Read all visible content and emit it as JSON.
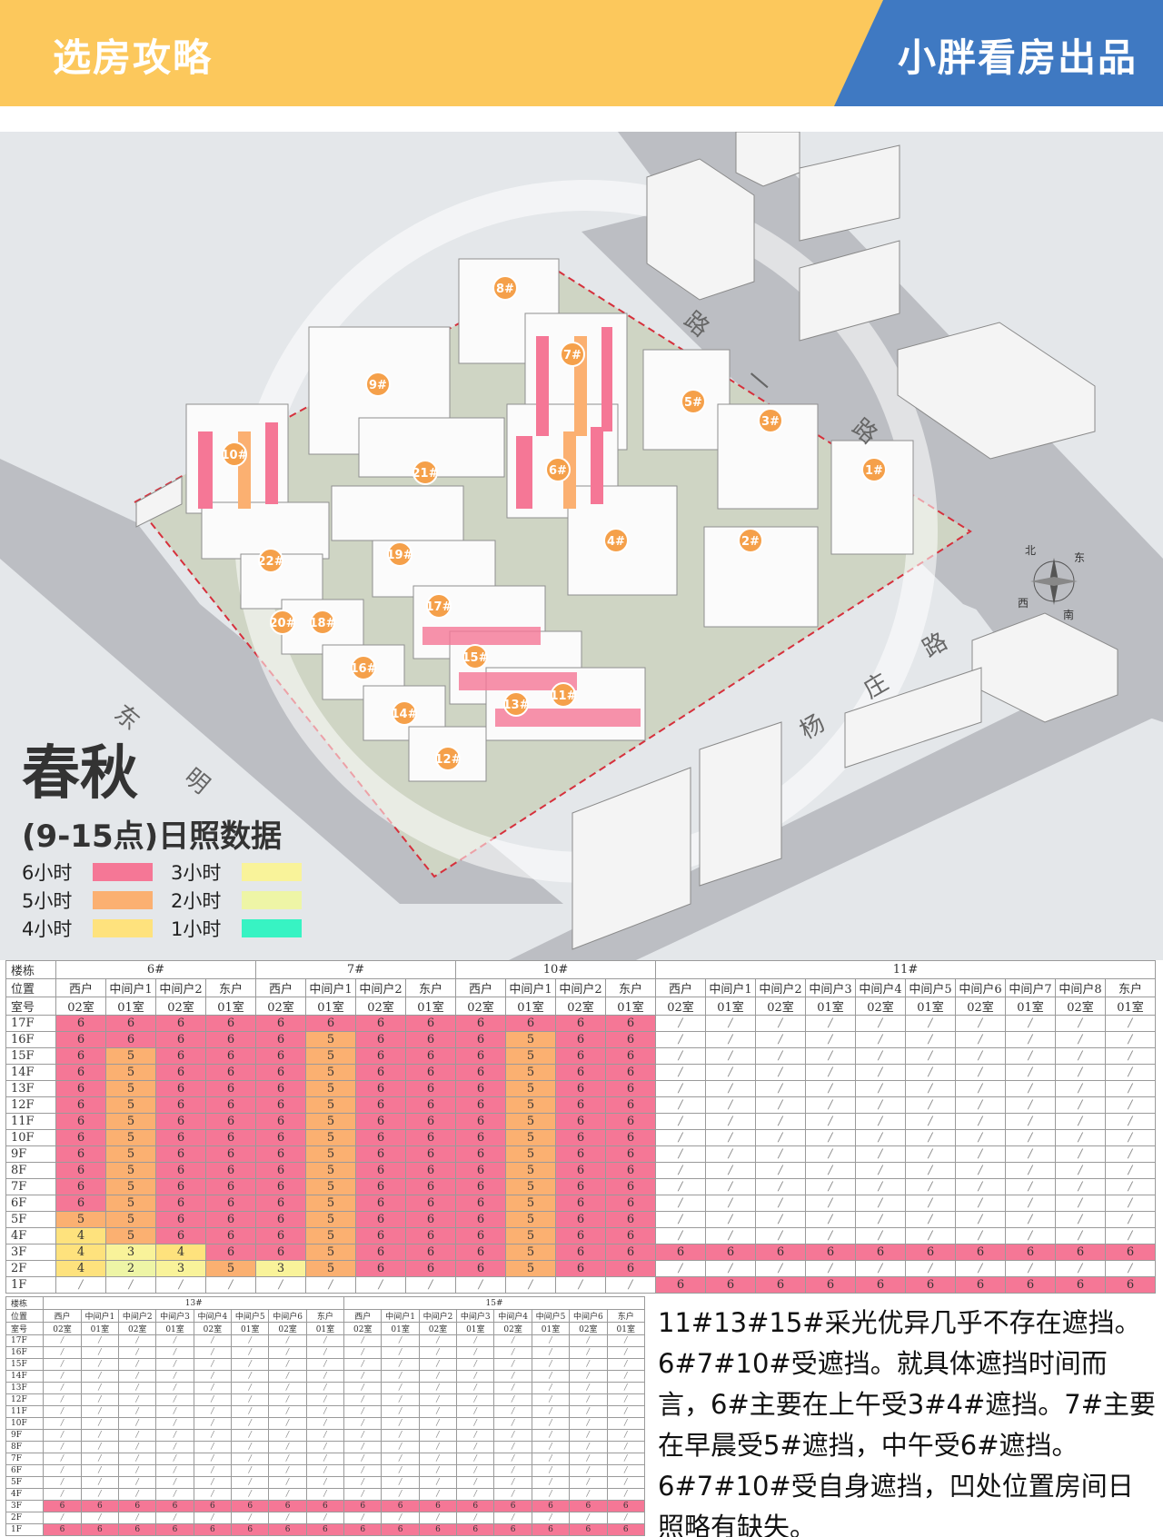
{
  "header": {
    "title": "选房攻略",
    "brand": "小胖看房出品"
  },
  "map": {
    "season": "春秋",
    "subtitle": "(9-15点)日照数据",
    "legend": [
      {
        "label": "6小时",
        "color": "#f57796"
      },
      {
        "label": "5小时",
        "color": "#fbb071"
      },
      {
        "label": "4小时",
        "color": "#fee27d"
      },
      {
        "label": "3小时",
        "color": "#f9f39a"
      },
      {
        "label": "2小时",
        "color": "#eef5a6"
      },
      {
        "label": "1小时",
        "color": "#37f3c3"
      }
    ],
    "buildings": [
      "1#",
      "2#",
      "3#",
      "4#",
      "5#",
      "6#",
      "7#",
      "8#",
      "9#",
      "10#",
      "11#",
      "12#",
      "13#",
      "14#",
      "15#",
      "16#",
      "17#",
      "18#",
      "19#",
      "20#",
      "21#",
      "22#"
    ],
    "roads": [
      "东",
      "明",
      "路",
      "一",
      "路",
      "杨",
      "庄",
      "路"
    ],
    "compass": [
      "北",
      "东",
      "西",
      "南"
    ]
  },
  "table_top": {
    "labels": {
      "building": "楼栋",
      "position": "位置",
      "room": "室号"
    },
    "groups": [
      {
        "name": "6#",
        "cols": [
          {
            "pos": "西户",
            "room": "02室"
          },
          {
            "pos": "中间户1",
            "room": "01室"
          },
          {
            "pos": "中间户2",
            "room": "02室"
          },
          {
            "pos": "东户",
            "room": "01室"
          }
        ]
      },
      {
        "name": "7#",
        "cols": [
          {
            "pos": "西户",
            "room": "02室"
          },
          {
            "pos": "中间户1",
            "room": "01室"
          },
          {
            "pos": "中间户2",
            "room": "02室"
          },
          {
            "pos": "东户",
            "room": "01室"
          }
        ]
      },
      {
        "name": "10#",
        "cols": [
          {
            "pos": "西户",
            "room": "02室"
          },
          {
            "pos": "中间户1",
            "room": "01室"
          },
          {
            "pos": "中间户2",
            "room": "02室"
          },
          {
            "pos": "东户",
            "room": "01室"
          }
        ]
      },
      {
        "name": "11#",
        "cols": [
          {
            "pos": "西户",
            "room": "02室"
          },
          {
            "pos": "中间户1",
            "room": "01室"
          },
          {
            "pos": "中间户2",
            "room": "02室"
          },
          {
            "pos": "中间户3",
            "room": "01室"
          },
          {
            "pos": "中间户4",
            "room": "02室"
          },
          {
            "pos": "中间户5",
            "room": "01室"
          },
          {
            "pos": "中间户6",
            "room": "02室"
          },
          {
            "pos": "中间户7",
            "room": "01室"
          },
          {
            "pos": "中间户8",
            "room": "02室"
          },
          {
            "pos": "东户",
            "room": "01室"
          }
        ]
      }
    ],
    "rows": [
      {
        "floor": "17F",
        "values": [
          "6",
          "6",
          "6",
          "6",
          "6",
          "6",
          "6",
          "6",
          "6",
          "6",
          "6",
          "6",
          "/",
          "/",
          "/",
          "/",
          "/",
          "/",
          "/",
          "/",
          "/",
          "/"
        ]
      },
      {
        "floor": "16F",
        "values": [
          "6",
          "6",
          "6",
          "6",
          "6",
          "5",
          "6",
          "6",
          "6",
          "5",
          "6",
          "6",
          "/",
          "/",
          "/",
          "/",
          "/",
          "/",
          "/",
          "/",
          "/",
          "/"
        ]
      },
      {
        "floor": "15F",
        "values": [
          "6",
          "5",
          "6",
          "6",
          "6",
          "5",
          "6",
          "6",
          "6",
          "5",
          "6",
          "6",
          "/",
          "/",
          "/",
          "/",
          "/",
          "/",
          "/",
          "/",
          "/",
          "/"
        ]
      },
      {
        "floor": "14F",
        "values": [
          "6",
          "5",
          "6",
          "6",
          "6",
          "5",
          "6",
          "6",
          "6",
          "5",
          "6",
          "6",
          "/",
          "/",
          "/",
          "/",
          "/",
          "/",
          "/",
          "/",
          "/",
          "/"
        ]
      },
      {
        "floor": "13F",
        "values": [
          "6",
          "5",
          "6",
          "6",
          "6",
          "5",
          "6",
          "6",
          "6",
          "5",
          "6",
          "6",
          "/",
          "/",
          "/",
          "/",
          "/",
          "/",
          "/",
          "/",
          "/",
          "/"
        ]
      },
      {
        "floor": "12F",
        "values": [
          "6",
          "5",
          "6",
          "6",
          "6",
          "5",
          "6",
          "6",
          "6",
          "5",
          "6",
          "6",
          "/",
          "/",
          "/",
          "/",
          "/",
          "/",
          "/",
          "/",
          "/",
          "/"
        ]
      },
      {
        "floor": "11F",
        "values": [
          "6",
          "5",
          "6",
          "6",
          "6",
          "5",
          "6",
          "6",
          "6",
          "5",
          "6",
          "6",
          "/",
          "/",
          "/",
          "/",
          "/",
          "/",
          "/",
          "/",
          "/",
          "/"
        ]
      },
      {
        "floor": "10F",
        "values": [
          "6",
          "5",
          "6",
          "6",
          "6",
          "5",
          "6",
          "6",
          "6",
          "5",
          "6",
          "6",
          "/",
          "/",
          "/",
          "/",
          "/",
          "/",
          "/",
          "/",
          "/",
          "/"
        ]
      },
      {
        "floor": "9F",
        "values": [
          "6",
          "5",
          "6",
          "6",
          "6",
          "5",
          "6",
          "6",
          "6",
          "5",
          "6",
          "6",
          "/",
          "/",
          "/",
          "/",
          "/",
          "/",
          "/",
          "/",
          "/",
          "/"
        ]
      },
      {
        "floor": "8F",
        "values": [
          "6",
          "5",
          "6",
          "6",
          "6",
          "5",
          "6",
          "6",
          "6",
          "5",
          "6",
          "6",
          "/",
          "/",
          "/",
          "/",
          "/",
          "/",
          "/",
          "/",
          "/",
          "/"
        ]
      },
      {
        "floor": "7F",
        "values": [
          "6",
          "5",
          "6",
          "6",
          "6",
          "5",
          "6",
          "6",
          "6",
          "5",
          "6",
          "6",
          "/",
          "/",
          "/",
          "/",
          "/",
          "/",
          "/",
          "/",
          "/",
          "/"
        ]
      },
      {
        "floor": "6F",
        "values": [
          "6",
          "5",
          "6",
          "6",
          "6",
          "5",
          "6",
          "6",
          "6",
          "5",
          "6",
          "6",
          "/",
          "/",
          "/",
          "/",
          "/",
          "/",
          "/",
          "/",
          "/",
          "/"
        ]
      },
      {
        "floor": "5F",
        "values": [
          "5",
          "5",
          "6",
          "6",
          "6",
          "5",
          "6",
          "6",
          "6",
          "5",
          "6",
          "6",
          "/",
          "/",
          "/",
          "/",
          "/",
          "/",
          "/",
          "/",
          "/",
          "/"
        ]
      },
      {
        "floor": "4F",
        "values": [
          "4",
          "5",
          "6",
          "6",
          "6",
          "5",
          "6",
          "6",
          "6",
          "5",
          "6",
          "6",
          "/",
          "/",
          "/",
          "/",
          "/",
          "/",
          "/",
          "/",
          "/",
          "/"
        ]
      },
      {
        "floor": "3F",
        "values": [
          "4",
          "3",
          "4",
          "6",
          "6",
          "5",
          "6",
          "6",
          "6",
          "5",
          "6",
          "6",
          "6",
          "6",
          "6",
          "6",
          "6",
          "6",
          "6",
          "6",
          "6",
          "6"
        ]
      },
      {
        "floor": "2F",
        "values": [
          "4",
          "2",
          "3",
          "5",
          "3",
          "5",
          "6",
          "6",
          "6",
          "5",
          "6",
          "6",
          "/",
          "/",
          "/",
          "/",
          "/",
          "/",
          "/",
          "/",
          "/",
          "/"
        ]
      },
      {
        "floor": "1F",
        "values": [
          "/",
          "/",
          "/",
          "/",
          "/",
          "/",
          "/",
          "/",
          "/",
          "/",
          "/",
          "/",
          "6",
          "6",
          "6",
          "6",
          "6",
          "6",
          "6",
          "6",
          "6",
          "6"
        ]
      }
    ]
  },
  "table_bottom": {
    "labels": {
      "building": "楼栋",
      "position": "位置",
      "room": "室号"
    },
    "groups": [
      {
        "name": "13#",
        "cols": [
          {
            "pos": "西户",
            "room": "02室"
          },
          {
            "pos": "中间户1",
            "room": "01室"
          },
          {
            "pos": "中间户2",
            "room": "02室"
          },
          {
            "pos": "中间户3",
            "room": "01室"
          },
          {
            "pos": "中间户4",
            "room": "02室"
          },
          {
            "pos": "中间户5",
            "room": "01室"
          },
          {
            "pos": "中间户6",
            "room": "02室"
          },
          {
            "pos": "东户",
            "room": "01室"
          }
        ]
      },
      {
        "name": "15#",
        "cols": [
          {
            "pos": "西户",
            "room": "02室"
          },
          {
            "pos": "中间户1",
            "room": "01室"
          },
          {
            "pos": "中间户2",
            "room": "02室"
          },
          {
            "pos": "中间户3",
            "room": "01室"
          },
          {
            "pos": "中间户4",
            "room": "02室"
          },
          {
            "pos": "中间户5",
            "room": "01室"
          },
          {
            "pos": "中间户6",
            "room": "02室"
          },
          {
            "pos": "东户",
            "room": "01室"
          }
        ]
      }
    ],
    "rows": [
      {
        "floor": "17F",
        "values": [
          "/",
          "/",
          "/",
          "/",
          "/",
          "/",
          "/",
          "/",
          "/",
          "/",
          "/",
          "/",
          "/",
          "/",
          "/",
          "/"
        ]
      },
      {
        "floor": "16F",
        "values": [
          "/",
          "/",
          "/",
          "/",
          "/",
          "/",
          "/",
          "/",
          "/",
          "/",
          "/",
          "/",
          "/",
          "/",
          "/",
          "/"
        ]
      },
      {
        "floor": "15F",
        "values": [
          "/",
          "/",
          "/",
          "/",
          "/",
          "/",
          "/",
          "/",
          "/",
          "/",
          "/",
          "/",
          "/",
          "/",
          "/",
          "/"
        ]
      },
      {
        "floor": "14F",
        "values": [
          "/",
          "/",
          "/",
          "/",
          "/",
          "/",
          "/",
          "/",
          "/",
          "/",
          "/",
          "/",
          "/",
          "/",
          "/",
          "/"
        ]
      },
      {
        "floor": "13F",
        "values": [
          "/",
          "/",
          "/",
          "/",
          "/",
          "/",
          "/",
          "/",
          "/",
          "/",
          "/",
          "/",
          "/",
          "/",
          "/",
          "/"
        ]
      },
      {
        "floor": "12F",
        "values": [
          "/",
          "/",
          "/",
          "/",
          "/",
          "/",
          "/",
          "/",
          "/",
          "/",
          "/",
          "/",
          "/",
          "/",
          "/",
          "/"
        ]
      },
      {
        "floor": "11F",
        "values": [
          "/",
          "/",
          "/",
          "/",
          "/",
          "/",
          "/",
          "/",
          "/",
          "/",
          "/",
          "/",
          "/",
          "/",
          "/",
          "/"
        ]
      },
      {
        "floor": "10F",
        "values": [
          "/",
          "/",
          "/",
          "/",
          "/",
          "/",
          "/",
          "/",
          "/",
          "/",
          "/",
          "/",
          "/",
          "/",
          "/",
          "/"
        ]
      },
      {
        "floor": "9F",
        "values": [
          "/",
          "/",
          "/",
          "/",
          "/",
          "/",
          "/",
          "/",
          "/",
          "/",
          "/",
          "/",
          "/",
          "/",
          "/",
          "/"
        ]
      },
      {
        "floor": "8F",
        "values": [
          "/",
          "/",
          "/",
          "/",
          "/",
          "/",
          "/",
          "/",
          "/",
          "/",
          "/",
          "/",
          "/",
          "/",
          "/",
          "/"
        ]
      },
      {
        "floor": "7F",
        "values": [
          "/",
          "/",
          "/",
          "/",
          "/",
          "/",
          "/",
          "/",
          "/",
          "/",
          "/",
          "/",
          "/",
          "/",
          "/",
          "/"
        ]
      },
      {
        "floor": "6F",
        "values": [
          "/",
          "/",
          "/",
          "/",
          "/",
          "/",
          "/",
          "/",
          "/",
          "/",
          "/",
          "/",
          "/",
          "/",
          "/",
          "/"
        ]
      },
      {
        "floor": "5F",
        "values": [
          "/",
          "/",
          "/",
          "/",
          "/",
          "/",
          "/",
          "/",
          "/",
          "/",
          "/",
          "/",
          "/",
          "/",
          "/",
          "/"
        ]
      },
      {
        "floor": "4F",
        "values": [
          "/",
          "/",
          "/",
          "/",
          "/",
          "/",
          "/",
          "/",
          "/",
          "/",
          "/",
          "/",
          "/",
          "/",
          "/",
          "/"
        ]
      },
      {
        "floor": "3F",
        "values": [
          "6",
          "6",
          "6",
          "6",
          "6",
          "6",
          "6",
          "6",
          "6",
          "6",
          "6",
          "6",
          "6",
          "6",
          "6",
          "6"
        ]
      },
      {
        "floor": "2F",
        "values": [
          "/",
          "/",
          "/",
          "/",
          "/",
          "/",
          "/",
          "/",
          "/",
          "/",
          "/",
          "/",
          "/",
          "/",
          "/",
          "/"
        ]
      },
      {
        "floor": "1F",
        "values": [
          "6",
          "6",
          "6",
          "6",
          "6",
          "6",
          "6",
          "6",
          "6",
          "6",
          "6",
          "6",
          "6",
          "6",
          "6",
          "6"
        ]
      }
    ]
  },
  "note": {
    "text": "11#13#15#采光优异几乎不存在遮挡。6#7#10#受遮挡。就具体遮挡时间而言，6#主要在上午受3#4#遮挡。7#主要在早晨受5#遮挡，中午受6#遮挡。6#7#10#受自身遮挡，凹处位置房间日照略有缺失。"
  }
}
